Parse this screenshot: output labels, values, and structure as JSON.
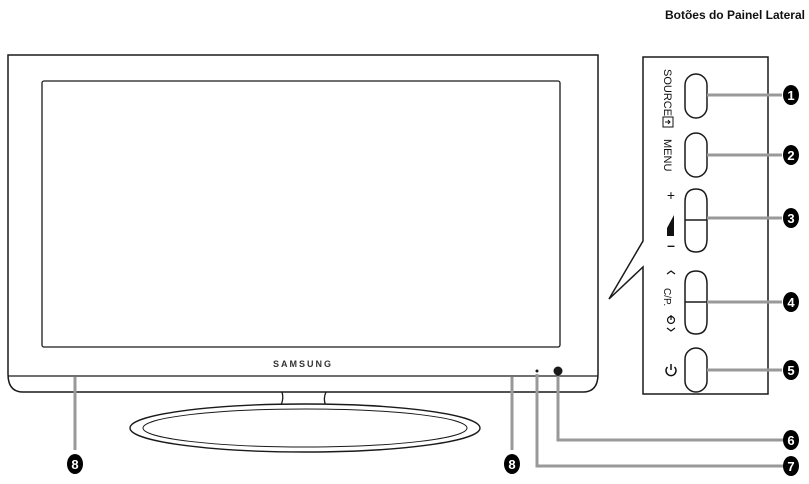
{
  "heading": "Botões do Painel Lateral",
  "brand": "SAMSUNG",
  "side_buttons": [
    {
      "number": "1",
      "label": "SOURCE",
      "icon": "source-input-icon"
    },
    {
      "number": "2",
      "label": "MENU",
      "icon": ""
    },
    {
      "number": "3",
      "label_plus": "+",
      "label_minus": "–",
      "icon": "volume-wedge-icon"
    },
    {
      "number": "4",
      "label": "C/P.",
      "icon": "channel-arrows-icon"
    },
    {
      "number": "5",
      "label": "",
      "icon": "power-icon"
    }
  ],
  "front_callouts": [
    {
      "number": "6",
      "target": "remote-sensor"
    },
    {
      "number": "7",
      "target": "power-indicator"
    },
    {
      "number": "8",
      "target": "speaker"
    }
  ],
  "colors": {
    "outline": "#1a1a1a",
    "callout_fill": "#000000",
    "leader": "#999999"
  }
}
